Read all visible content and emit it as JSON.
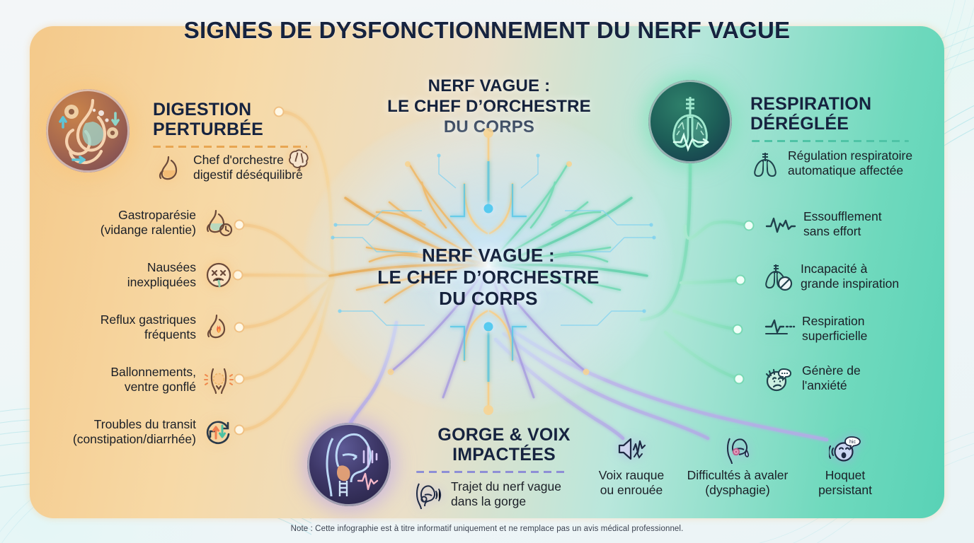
{
  "title": "SIGNES DE DYSFONCTIONNEMENT DU NERF VAGUE",
  "center": {
    "heading": "NERF VAGUE :\nLE CHEF D’ORCHESTRE\nDU CORPS",
    "core_label": "NERF VAGUE :\nLE CHEF D’ORCHESTRE\nDU CORPS"
  },
  "sections": {
    "digestion": {
      "heading": "DIGESTION\nPERTURBÉE",
      "hub_icon": "stomach-intestine-badge-icon",
      "accent": "#e8a652",
      "items": [
        {
          "label": "Chef d'orchestre\ndigestif déséquilibré",
          "icon": "stomach-icon"
        },
        {
          "label": "Gastroparésie\n(vidange ralentie)",
          "icon": "stomach-clock-icon"
        },
        {
          "label": "Nausées\ninexpliquées",
          "icon": "nauseous-face-icon"
        },
        {
          "label": "Reflux gastriques\nfréquents",
          "icon": "stomach-flame-icon"
        },
        {
          "label": "Ballonnements,\nventre gonflé",
          "icon": "bloated-belly-icon"
        },
        {
          "label": "Troubles du transit\n(constipation/diarrhée)",
          "icon": "transit-arrows-icon"
        }
      ]
    },
    "respiration": {
      "heading": "RESPIRATION\nDÉRÉGLÉE",
      "hub_icon": "lungs-badge-icon",
      "accent": "#4fc3a6",
      "items": [
        {
          "label": "Régulation respiratoire\nautomatique affectée",
          "icon": "lungs-icon"
        },
        {
          "label": "Essoufflement\nsans effort",
          "icon": "breath-waveform-icon"
        },
        {
          "label": "Incapacité à\ngrande inspiration",
          "icon": "lungs-blocked-icon"
        },
        {
          "label": "Respiration\nsuperficielle",
          "icon": "shallow-wave-icon"
        },
        {
          "label": "Génère de\nl'anxiété",
          "icon": "anxious-face-icon"
        }
      ]
    },
    "gorge": {
      "heading": "GORGE & VOIX\nIMPACTÉES",
      "hub_icon": "throat-voice-badge-icon",
      "accent": "#8e8fd6",
      "items": [
        {
          "label": "Trajet du nerf vague\ndans la gorge",
          "icon": "throat-nerve-icon"
        },
        {
          "label": "Voix rauque\nou enrouée",
          "icon": "hoarse-speaker-icon"
        },
        {
          "label": "Difficultés à avaler\n(dysphagie)",
          "icon": "swallow-difficulty-icon"
        },
        {
          "label": "Hoquet\npersistant",
          "icon": "hiccup-face-icon"
        }
      ]
    }
  },
  "brain_icon": "brain-icon",
  "note": "Note : Cette infographie est à titre informatif uniquement et ne remplace pas un avis médical professionnel.",
  "colors": {
    "title": "#16233f",
    "text": "#1b1f27",
    "orange": "#e8a652",
    "green": "#4fc3a6",
    "purple": "#8e8fd6",
    "background": "#eef4fa"
  }
}
